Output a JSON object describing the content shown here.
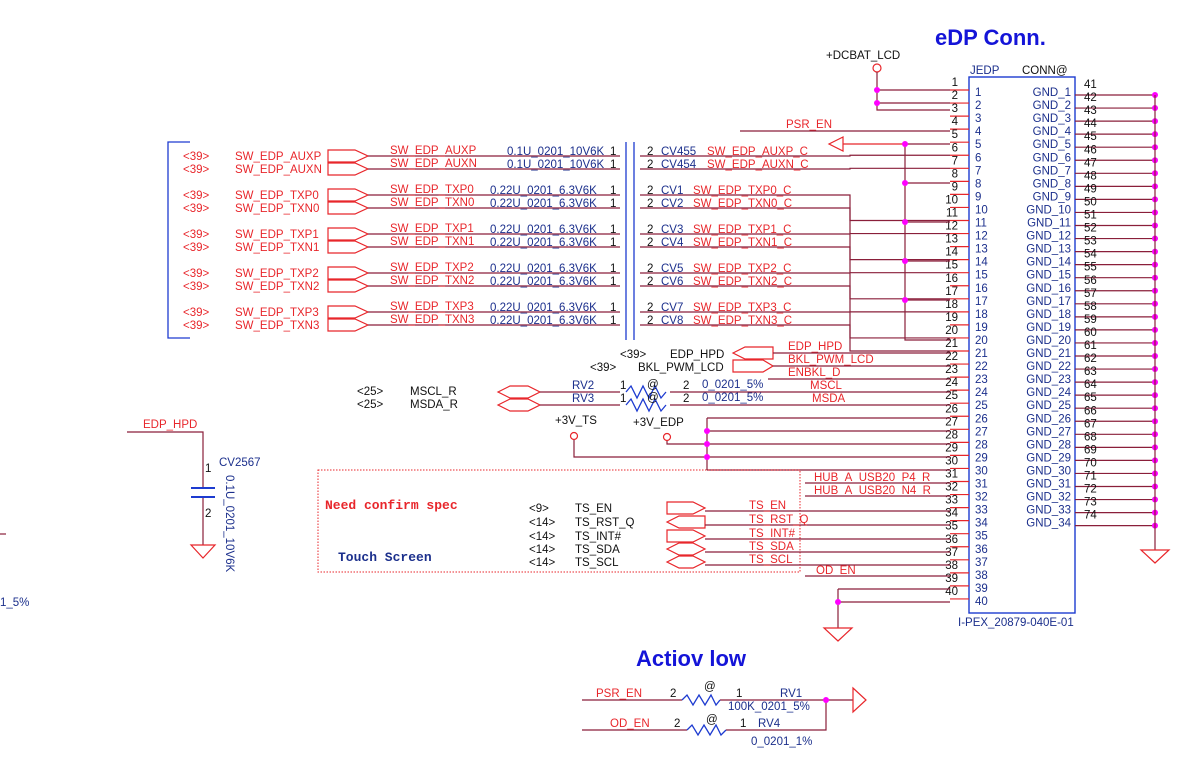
{
  "title": "eDP Conn.",
  "subtitle": "Actiov low",
  "power": {
    "dcbat": "+DCBAT_LCD",
    "v3ts": "+3V_TS",
    "v3edp": "+3V_EDP"
  },
  "connector": {
    "ref": "JEDP",
    "variant": "CONN@",
    "part": "I-PEX_20879-040E-01",
    "left_pins": [
      "1",
      "2",
      "3",
      "4",
      "5",
      "6",
      "7",
      "8",
      "9",
      "10",
      "11",
      "12",
      "13",
      "14",
      "15",
      "16",
      "17",
      "18",
      "19",
      "20",
      "21",
      "22",
      "23",
      "24",
      "25",
      "26",
      "27",
      "28",
      "29",
      "30",
      "31",
      "32",
      "33",
      "34",
      "35",
      "36",
      "37",
      "38",
      "39",
      "40"
    ],
    "gnd_labels": [
      "GND_1",
      "GND_2",
      "GND_3",
      "GND_4",
      "GND_5",
      "GND_6",
      "GND_7",
      "GND_8",
      "GND_9",
      "GND_10",
      "GND_11",
      "GND_12",
      "GND_13",
      "GND_14",
      "GND_15",
      "GND_16",
      "GND_17",
      "GND_18",
      "GND_19",
      "GND_20",
      "GND_21",
      "GND_22",
      "GND_23",
      "GND_24",
      "GND_25",
      "GND_26",
      "GND_27",
      "GND_28",
      "GND_29",
      "GND_30",
      "GND_31",
      "GND_32",
      "GND_33",
      "GND_34"
    ],
    "gnd_pins": [
      "41",
      "42",
      "43",
      "44",
      "45",
      "46",
      "47",
      "48",
      "49",
      "50",
      "51",
      "52",
      "53",
      "54",
      "55",
      "56",
      "57",
      "58",
      "59",
      "60",
      "61",
      "62",
      "63",
      "64",
      "65",
      "66",
      "67",
      "68",
      "69",
      "70",
      "71",
      "72",
      "73",
      "74"
    ]
  },
  "diff_pairs": [
    {
      "ref": "<39>",
      "in": "SW_EDP_AUXP",
      "net": "SW_EDP_AUXP",
      "val": "0.1U_0201_10V6K",
      "cap": "CV455",
      "out": "SW_EDP_AUXP_C"
    },
    {
      "ref": "<39>",
      "in": "SW_EDP_AUXN",
      "net": "SW_EDP_AUXN",
      "val": "0.1U_0201_10V6K",
      "cap": "CV454",
      "out": "SW_EDP_AUXN_C"
    },
    {
      "ref": "<39>",
      "in": "SW_EDP_TXP0",
      "net": "SW_EDP_TXP0",
      "val": "0.22U_0201_6.3V6K",
      "cap": "CV1",
      "out": "SW_EDP_TXP0_C"
    },
    {
      "ref": "<39>",
      "in": "SW_EDP_TXN0",
      "net": "SW_EDP_TXN0",
      "val": "0.22U_0201_6.3V6K",
      "cap": "CV2",
      "out": "SW_EDP_TXN0_C"
    },
    {
      "ref": "<39>",
      "in": "SW_EDP_TXP1",
      "net": "SW_EDP_TXP1",
      "val": "0.22U_0201_6.3V6K",
      "cap": "CV3",
      "out": "SW_EDP_TXP1_C"
    },
    {
      "ref": "<39>",
      "in": "SW_EDP_TXN1",
      "net": "SW_EDP_TXN1",
      "val": "0.22U_0201_6.3V6K",
      "cap": "CV4",
      "out": "SW_EDP_TXN1_C"
    },
    {
      "ref": "<39>",
      "in": "SW_EDP_TXP2",
      "net": "SW_EDP_TXP2",
      "val": "0.22U_0201_6.3V6K",
      "cap": "CV5",
      "out": "SW_EDP_TXP2_C"
    },
    {
      "ref": "<39>",
      "in": "SW_EDP_TXN2",
      "net": "SW_EDP_TXN2",
      "val": "0.22U_0201_6.3V6K",
      "cap": "CV6",
      "out": "SW_EDP_TXN2_C"
    },
    {
      "ref": "<39>",
      "in": "SW_EDP_TXP3",
      "net": "SW_EDP_TXP3",
      "val": "0.22U_0201_6.3V6K",
      "cap": "CV7",
      "out": "SW_EDP_TXP3_C"
    },
    {
      "ref": "<39>",
      "in": "SW_EDP_TXN3",
      "net": "SW_EDP_TXN3",
      "val": "0.22U_0201_6.3V6K",
      "cap": "CV8",
      "out": "SW_EDP_TXN3_C"
    }
  ],
  "pin_one": "1",
  "pin_two": "2",
  "signals": {
    "psr_en": "PSR_EN",
    "edp_hpd_ref": "<39>",
    "edp_hpd": "EDP_HPD",
    "bkl_ref": "<39>",
    "bkl": "BKL_PWM_LCD",
    "enbkl": "ENBKL_D",
    "mscl_ref": "<25>",
    "mscl_r": "MSCL_R",
    "mscl": "MSCL",
    "msda_ref": "<25>",
    "msda_r": "MSDA_R",
    "msda": "MSDA",
    "usb_p": "HUB_A_USB20_P4_R",
    "usb_n": "HUB_A_USB20_N4_R",
    "od_en": "OD_EN"
  },
  "resistors": [
    {
      "ref": "RV2",
      "val": "0_0201_5%",
      "mark": "@"
    },
    {
      "ref": "RV3",
      "val": "0_0201_5%",
      "mark": "@"
    },
    {
      "ref": "RV1",
      "val": "100K_0201_5%",
      "mark": "@"
    },
    {
      "ref": "RV4",
      "val": "0_0201_1%",
      "mark": "@"
    }
  ],
  "hpd_cap": {
    "net": "EDP_HPD",
    "ref": "CV2567",
    "val": "0.1U_0201_10V6K"
  },
  "touch": {
    "note": "Need confirm spec",
    "label": "Touch Screen",
    "signals": [
      {
        "ref": "<9>",
        "name": "TS_EN"
      },
      {
        "ref": "<14>",
        "name": "TS_RST_Q"
      },
      {
        "ref": "<14>",
        "name": "TS_INT#"
      },
      {
        "ref": "<14>",
        "name": "TS_SDA"
      },
      {
        "ref": "<14>",
        "name": "TS_SCL"
      }
    ]
  },
  "edge_fragment": "1_5%"
}
